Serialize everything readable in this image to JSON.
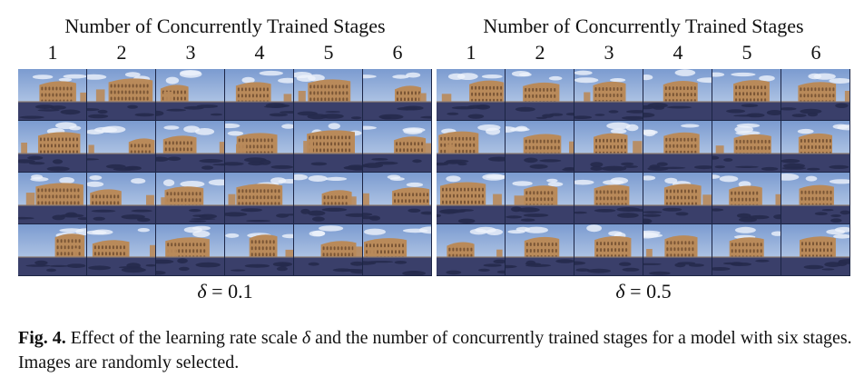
{
  "panels": [
    {
      "title": "Number of Concurrently Trained Stages",
      "stage_labels": [
        "1",
        "2",
        "3",
        "4",
        "5",
        "6"
      ],
      "delta_symbol": "δ",
      "delta_value": " = 0.1",
      "image_subject": "colosseum-photo",
      "rows": 4
    },
    {
      "title": "Number of Concurrently Trained Stages",
      "stage_labels": [
        "1",
        "2",
        "3",
        "4",
        "5",
        "6"
      ],
      "delta_symbol": "δ",
      "delta_value": " = 0.5",
      "image_subject": "colosseum-photo",
      "rows": 4
    }
  ],
  "caption": {
    "label": "Fig. 4.",
    "text_before_symbol": " Effect of the learning rate scale ",
    "symbol": "δ",
    "text_after_symbol": " and the number of concurrently trained stages for a model with six stages. Images are randomly selected."
  },
  "colors": {
    "sky_top": "#7b9bd0",
    "sky_bottom": "#c8d8ee",
    "stone": "#b98a5a",
    "stone_shadow": "#7a5535",
    "ground": "#3a3f6a",
    "ground_dark": "#262a4c"
  }
}
